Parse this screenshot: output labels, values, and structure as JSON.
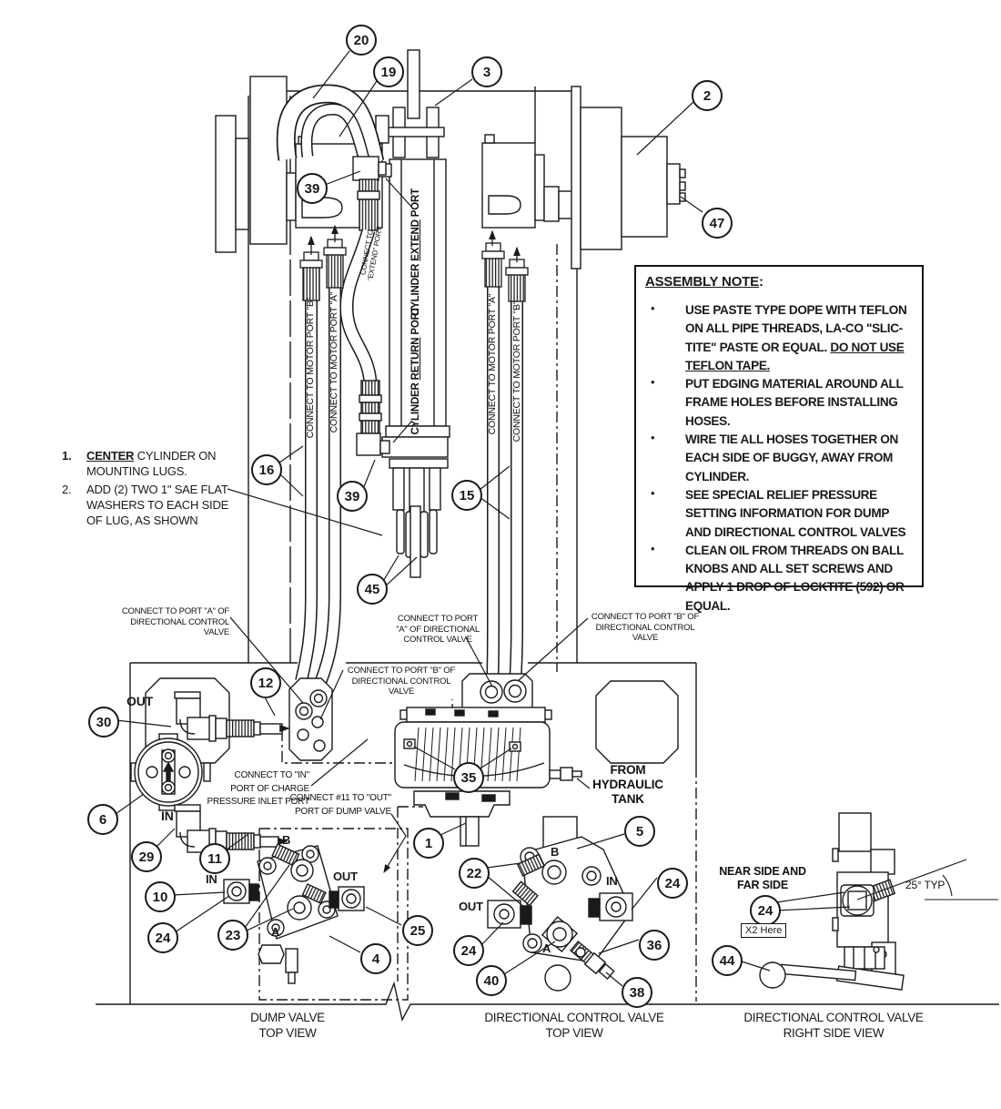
{
  "side_notes": {
    "item1": {
      "num": "1.",
      "emph": "CENTER",
      "rest": " CYLINDER ON MOUNTING LUGS."
    },
    "item2": {
      "num": "2.",
      "text": "ADD (2) TWO 1\" SAE FLAT WASHERS TO EACH SIDE OF LUG, AS SHOWN"
    }
  },
  "assembly_note": {
    "title": "ASSEMBLY NOTE",
    "colon": ":",
    "bullet_glyph": "•",
    "bullets": [
      {
        "text": "USE PASTE TYPE DOPE WITH TEFLON ON ALL PIPE THREADS, LA-CO \"SLIC-TITE\" PASTE OR EQUAL. ",
        "emph": "DO NOT USE TEFLON TAPE."
      },
      {
        "text": "PUT EDGING MATERIAL AROUND ALL FRAME HOLES BEFORE INSTALLING HOSES.",
        "emph": ""
      },
      {
        "text": "WIRE TIE ALL HOSES TOGETHER ON EACH SIDE OF BUGGY, AWAY FROM CYLINDER.",
        "emph": ""
      },
      {
        "text": "SEE SPECIAL RELIEF PRESSURE SETTING INFORMATION FOR DUMP AND DIRECTIONAL CONTROL VALVES",
        "emph": ""
      },
      {
        "text": "CLEAN OIL FROM THREADS ON BALL KNOBS AND ALL SET SCREWS AND APPLY 1 DROP OF LOCKTITE (592) OR EQUAL.",
        "emph": ""
      }
    ]
  },
  "callouts": {
    "c20": "20",
    "c19": "19",
    "c3": "3",
    "c2": "2",
    "c47": "47",
    "c39a": "39",
    "c16": "16",
    "c39b": "39",
    "c15": "15",
    "c45": "45",
    "c12": "12",
    "c30": "30",
    "c6": "6",
    "c29": "29",
    "c11": "11",
    "c10": "10",
    "c24a": "24",
    "c23": "23",
    "c4": "4",
    "c25": "25",
    "c1": "1",
    "c35": "35",
    "c22": "22",
    "c5": "5",
    "c24b": "24",
    "c24c": "24",
    "c40": "40",
    "c36": "36",
    "c38": "38",
    "c24d": "24",
    "c44": "44"
  },
  "labels": {
    "motor_port_b_left": "CONNECT TO MOTOR PORT \"B\"",
    "motor_port_a_left": "CONNECT TO MOTOR PORT \"A\"",
    "motor_port_a_right": "CONNECT TO MOTOR PORT \"A\"",
    "motor_port_b_right": "CONNECT TO MOTOR PORT \"B\"",
    "cylinder_extend": {
      "pre": "CYLINDER ",
      "emph": "EXTEND",
      "post": " PORT"
    },
    "cylinder_return": {
      "pre": "CYLINDER ",
      "emph": "RETURN",
      "post": " PORT"
    },
    "connect_extend_l1": "CONNECT TO",
    "connect_extend_l2": "\"EXTEND\" PORT",
    "conn_port_a_left_l1": "CONNECT TO PORT \"A\" OF",
    "conn_port_a_left_l2": "DIRECTIONAL CONTROL VALVE",
    "conn_port_b_left_l1": "CONNECT TO PORT \"B\" OF",
    "conn_port_b_left_l2": "DIRECTIONAL CONTROL VALVE",
    "conn_port_a_center_l1": "CONNECT TO PORT",
    "conn_port_a_center_l2": "\"A\" OF DIRECTIONAL",
    "conn_port_a_center_l3": "CONTROL VALVE",
    "conn_port_b_right_l1": "CONNECT TO PORT \"B\" OF",
    "conn_port_b_right_l2": "DIRECTIONAL CONTROL VALVE",
    "conn_in_charge_l1": "CONNECT TO \"IN\"",
    "conn_in_charge_l2": "PORT OF CHARGE",
    "conn_in_charge_l3": "PRESSURE INLET PORT",
    "conn_11_out_l1": "CONNECT #11 TO \"OUT\"",
    "conn_11_out_l2": "PORT OF DUMP VALVE",
    "from_tank_l1": "FROM HYDRAULIC",
    "from_tank_l2": "TANK",
    "near_far_l1": "NEAR SIDE AND",
    "near_far_l2": "FAR SIDE",
    "x2_here": "X2 Here",
    "angle": "25° TYP",
    "dump_top_out": "OUT",
    "dump_top_in": "IN",
    "dv_b": "B",
    "dv_a": "A",
    "dv_in": "IN",
    "dv_out": "OUT",
    "dcv_b": "B",
    "dcv_a": "A",
    "dcv_in": "IN",
    "dcv_out": "OUT",
    "view1_l1": "DUMP VALVE",
    "view1_l2": "TOP VIEW",
    "view2_l1": "DIRECTIONAL CONTROL VALVE",
    "view2_l2": "TOP VIEW",
    "view3_l1": "DIRECTIONAL CONTROL VALVE",
    "view3_l2": "RIGHT SIDE VIEW"
  }
}
